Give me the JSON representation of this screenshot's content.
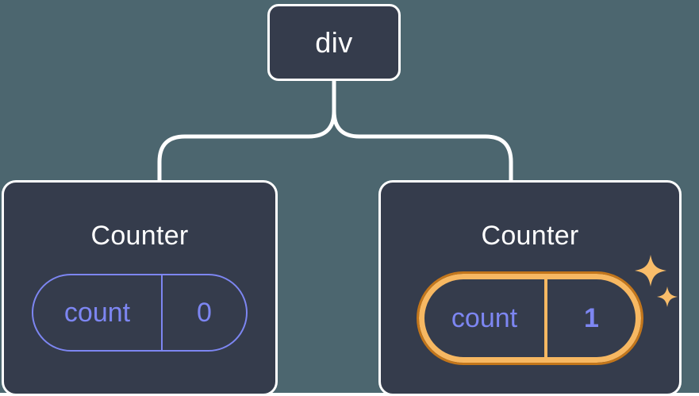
{
  "diagram": {
    "type": "component-tree",
    "background_color": "#4c666f",
    "node_fill_color": "#353c4c",
    "node_border_color": "#ffffff",
    "edge_color": "#ffffff",
    "accent_purple": "#7d86f2",
    "highlight_orange_light": "#f7b862",
    "highlight_orange_dark": "#c3761b"
  },
  "root": {
    "title": "div"
  },
  "children": [
    {
      "title": "Counter",
      "state": {
        "key": "count",
        "value": "0"
      },
      "highlighted": false
    },
    {
      "title": "Counter",
      "state": {
        "key": "count",
        "value": "1"
      },
      "highlighted": true,
      "sparkle_icons": [
        "sparkle-large",
        "sparkle-small"
      ]
    }
  ]
}
